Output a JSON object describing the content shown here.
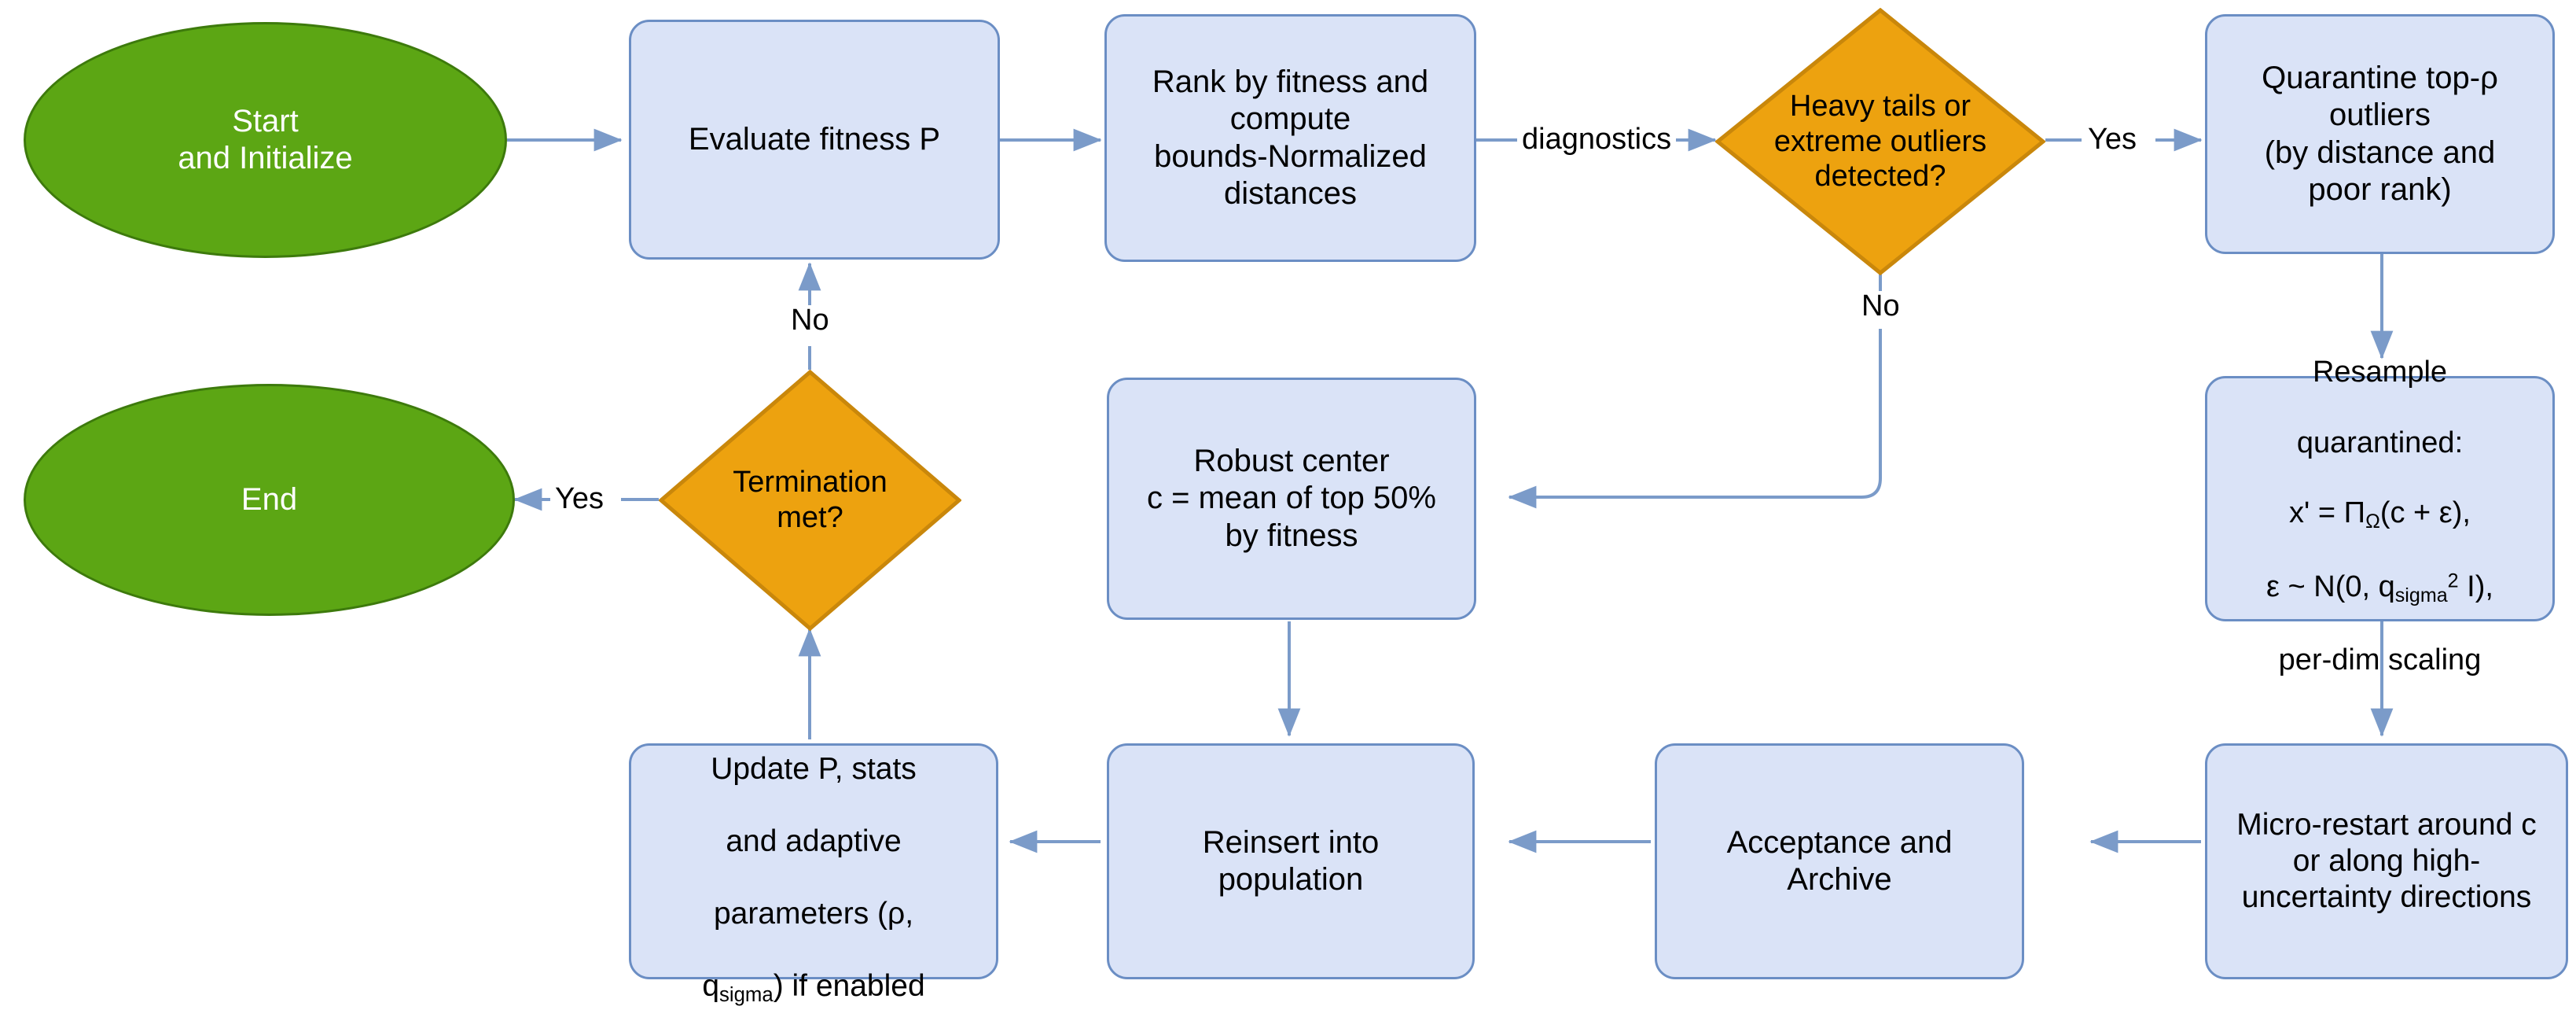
{
  "diagram": {
    "title": "Robust evolutionary optimization loop flowchart",
    "colors": {
      "process_fill": "#dae3f7",
      "process_stroke": "#6b8ec4",
      "terminator_fill": "#5ca614",
      "terminator_stroke": "#3d7a0c",
      "decision_fill": "#eda20f",
      "decision_stroke": "#c9870b",
      "edge_stroke": "#7b9bc9",
      "text_dark": "#000000",
      "text_light": "#ffffff",
      "background": "#ffffff"
    },
    "nodes": {
      "start": {
        "label": "Start\nand Initialize",
        "shape": "ellipse"
      },
      "evaluate": {
        "label": "Evaluate fitness P",
        "shape": "process"
      },
      "rank": {
        "label": "Rank by fitness and\ncompute\nbounds-Normalized\ndistances",
        "shape": "process"
      },
      "heavy_tails": {
        "label": "Heavy tails or\nextreme outliers\ndetected?",
        "shape": "decision"
      },
      "quarantine": {
        "label": "Quarantine top-ρ\noutliers\n(by distance and\npoor rank)",
        "shape": "process"
      },
      "resample": {
        "shape": "process",
        "line1": "Resample",
        "line2": "quarantined:",
        "line3_a": "x' = Π",
        "line3_sub": "Ω",
        "line3_b": "(c + ε),",
        "line4_a": "ε ~ N(0, q",
        "line4_sub": "sigma",
        "line4_sup": "2",
        "line4_b": " I),",
        "line5": "per-dim scaling"
      },
      "micro_restart": {
        "label": "Micro-restart around c\nor along high-\nuncertainty directions",
        "shape": "process"
      },
      "acceptance": {
        "label": "Acceptance and\nArchive",
        "shape": "process"
      },
      "reinsert": {
        "label": "Reinsert into\npopulation",
        "shape": "process"
      },
      "update": {
        "shape": "process",
        "line1": "Update P, stats",
        "line2": "and adaptive",
        "line3": "parameters (ρ,",
        "line4_a": "q",
        "line4_sub": "sigma",
        "line4_b": ") if enabled"
      },
      "robust_center": {
        "label": "Robust center\nc = mean of top 50%\nby fitness",
        "shape": "process"
      },
      "termination": {
        "label": "Termination\nmet?",
        "shape": "decision"
      },
      "end": {
        "label": "End",
        "shape": "ellipse"
      }
    },
    "edge_labels": {
      "diagnostics": "diagnostics",
      "heavy_yes": "Yes",
      "heavy_no": "No",
      "term_yes": "Yes",
      "term_no": "No"
    }
  }
}
